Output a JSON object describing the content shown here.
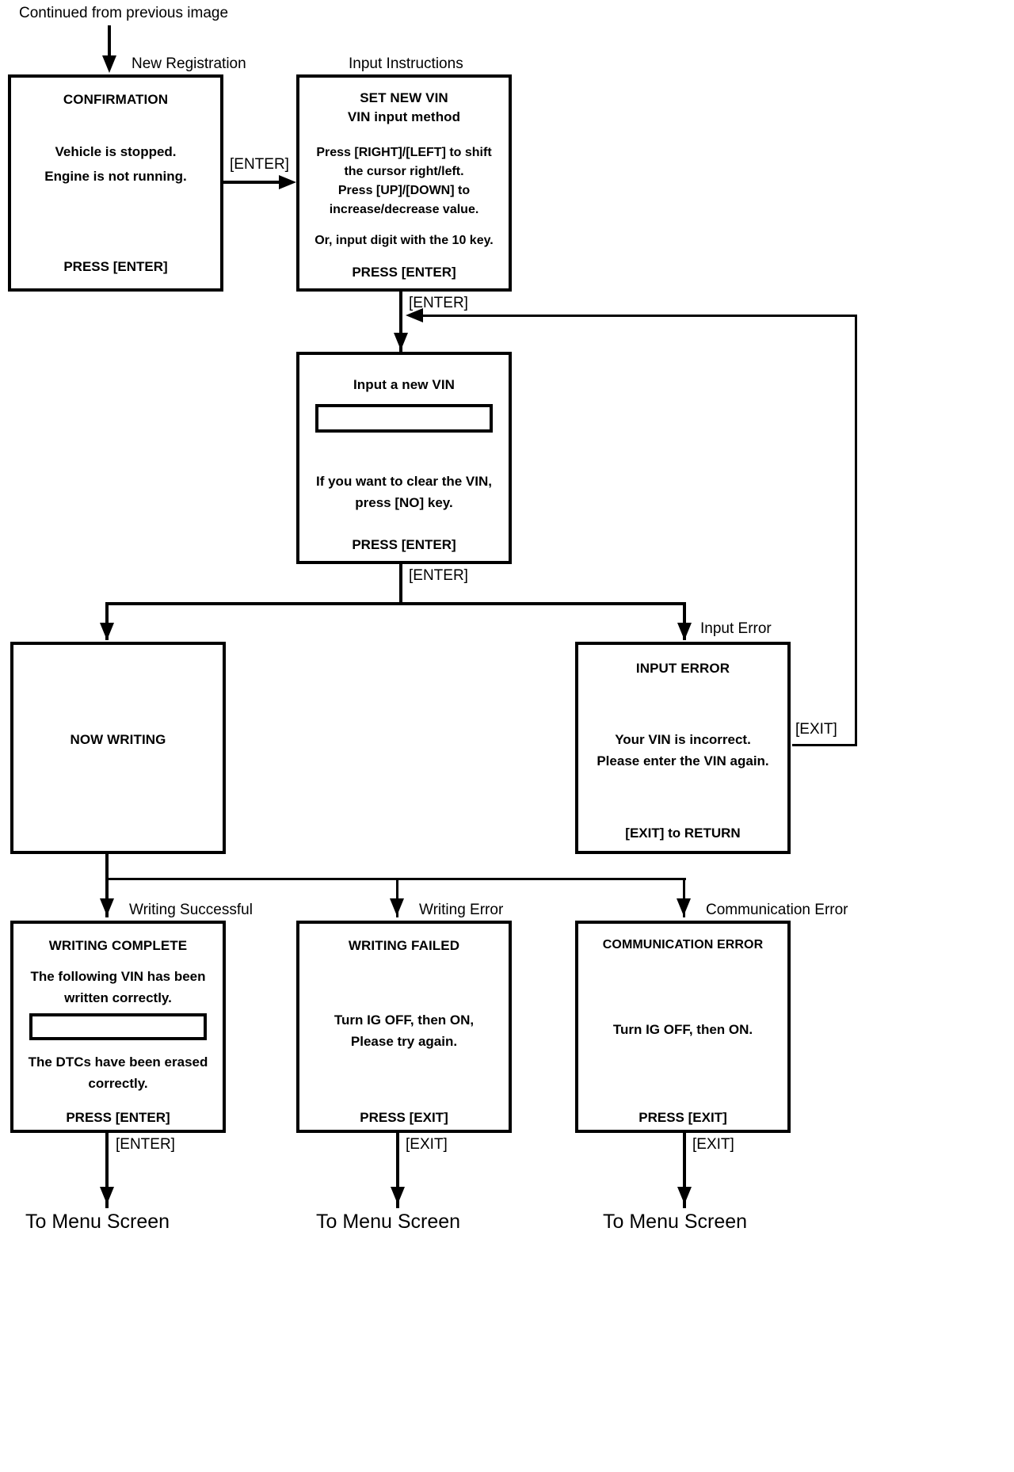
{
  "diagram": {
    "top_note": "Continued from previous image",
    "terminals": [
      "To Menu Screen",
      "To Menu Screen",
      "To Menu Screen"
    ],
    "captions": {
      "new_registration": "New Registration",
      "input_instructions": "Input Instructions",
      "input_error": "Input Error",
      "writing_successful": "Writing Successful",
      "writing_error": "Writing Error",
      "communication_error": "Communication Error"
    },
    "edge_labels": {
      "enter_confirm_to_instructions": "[ENTER]",
      "enter_instructions_to_vin": "[ENTER]",
      "enter_vin_to_branch": "[ENTER]",
      "exit_input_error_return": "[EXIT]",
      "enter_writing_complete_to_menu": "[ENTER]",
      "exit_writing_failed_to_menu": "[EXIT]",
      "exit_communication_error_to_menu": "[EXIT]"
    },
    "screens": {
      "confirmation": {
        "title": "CONFIRMATION",
        "lines": [
          "Vehicle is stopped.",
          "Engine is not running."
        ],
        "footer": "PRESS [ENTER]"
      },
      "set_new_vin": {
        "title_line1": "SET NEW VIN",
        "title_line2": "VIN input method",
        "lines": [
          "Press [RIGHT]/[LEFT] to shift",
          "the cursor right/left.",
          "Press [UP]/[DOWN] to",
          "increase/decrease value."
        ],
        "extra": "Or, input digit with the 10 key.",
        "footer": "PRESS [ENTER]"
      },
      "input_new_vin": {
        "title": "Input a new VIN",
        "field_value": "",
        "field_placeholder": "",
        "lines": [
          "If you want to clear the VIN,",
          "press [NO] key."
        ],
        "footer": "PRESS [ENTER]"
      },
      "now_writing": {
        "title": "NOW WRITING"
      },
      "input_error": {
        "title": "INPUT ERROR",
        "lines": [
          "Your VIN is incorrect.",
          "Please enter the VIN again."
        ],
        "footer": "[EXIT] to RETURN"
      },
      "writing_complete": {
        "title": "WRITING COMPLETE",
        "lines_top": [
          "The following VIN has been",
          "written correctly."
        ],
        "field_value": "",
        "lines_bottom": [
          "The DTCs have been erased",
          "correctly."
        ],
        "footer": "PRESS [ENTER]"
      },
      "writing_failed": {
        "title": "WRITING FAILED",
        "lines": [
          "Turn IG OFF, then ON,",
          "Please try again."
        ],
        "footer": "PRESS [EXIT]"
      },
      "communication_error": {
        "title": "COMMUNICATION ERROR",
        "lines": [
          "Turn IG OFF, then ON."
        ],
        "footer": "PRESS [EXIT]"
      }
    },
    "colors": {
      "ink": "#000000",
      "paper": "#ffffff"
    }
  }
}
